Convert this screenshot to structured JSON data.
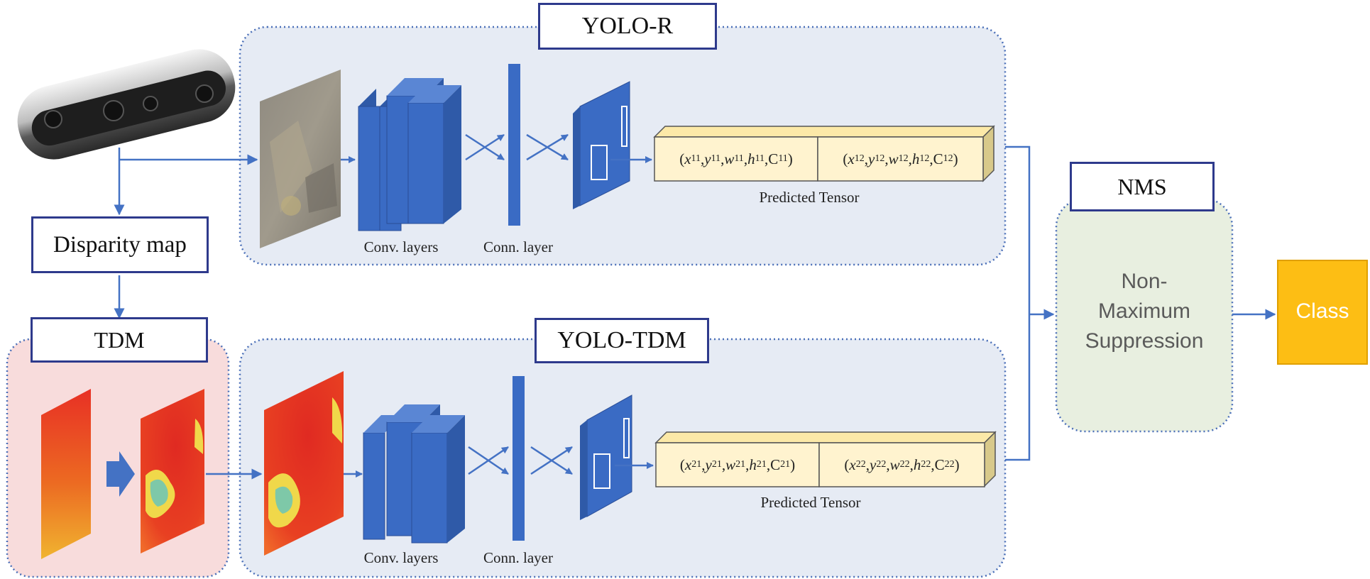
{
  "yolo_r": {
    "title": "YOLO-R",
    "conv_label": "Conv. layers",
    "conn_label": "Conn. layer",
    "predicted_label": "Predicted Tensor",
    "tensor_cell_1": {
      "parts": [
        "(",
        "x",
        "11",
        ",",
        "y",
        "11",
        ",",
        "w",
        "11",
        ",",
        "h",
        "11",
        ",",
        "C",
        "11",
        ")"
      ]
    },
    "tensor_cell_2": {
      "parts": [
        "(",
        "x",
        "12",
        ",",
        "y",
        "12",
        ",",
        "w",
        "12",
        ",",
        "h",
        "12",
        ",",
        "C",
        "12",
        ")"
      ]
    }
  },
  "yolo_tdm": {
    "title": "YOLO-TDM",
    "conv_label": "Conv. layers",
    "conn_label": "Conn. layer",
    "predicted_label": "Predicted Tensor",
    "tensor_cell_1": {
      "parts": [
        "(",
        "x",
        "21",
        ",",
        "y",
        "21",
        ",",
        "w",
        "21",
        ",",
        "h",
        "21",
        ",",
        "C",
        "21",
        ")"
      ]
    },
    "tensor_cell_2": {
      "parts": [
        "(",
        "x",
        "22",
        ",",
        "y",
        "22",
        ",",
        "w",
        "22",
        ",",
        "h",
        "22",
        ",",
        "C",
        "22",
        ")"
      ]
    }
  },
  "disparity_map": "Disparity map",
  "tdm": "TDM",
  "nms": {
    "title": "NMS",
    "line1": "Non-",
    "line2": "Maximum",
    "line3": "Suppression"
  },
  "class_label": "Class",
  "colors": {
    "block_blue": "#3a6bc4",
    "panel_blue": "#e6ebf4",
    "panel_pink": "#f8dcdc",
    "panel_green": "#e8efe0",
    "tensor_fill": "#fff3cf",
    "class_fill": "#fdbe14",
    "arrow": "#4472c4"
  }
}
